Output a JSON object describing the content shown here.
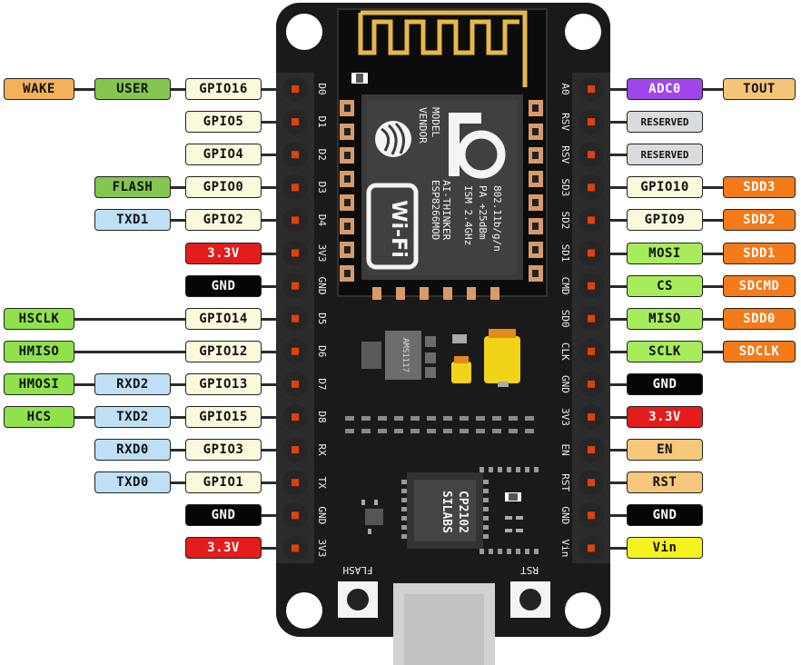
{
  "colors": {
    "board": "#1a1a1a",
    "header": "#2c2c2c",
    "pin": "#e0410b",
    "gpio": "#fbf8dc",
    "user": "#84c650",
    "wake": "#f3b25a",
    "uart": "#bfe0f5",
    "power": "#e41c1c",
    "gnd": "#050505",
    "hspi": "#8fe24b",
    "adc": "#a145ec",
    "tout": "#f6c577",
    "reserved": "#d9dcdf",
    "sdio": "#f57a1a",
    "spi": "#a7ec5b",
    "en": "#f5c87a",
    "vin": "#f4f320"
  },
  "board": {
    "left_silk": [
      "D0",
      "D1",
      "D2",
      "D3",
      "D4",
      "3V3",
      "GND",
      "D5",
      "D6",
      "D7",
      "D8",
      "RX",
      "TX",
      "GND",
      "3V3"
    ],
    "right_silk": [
      "A0",
      "RSV",
      "RSV",
      "SD3",
      "SD2",
      "SD1",
      "CMD",
      "SD0",
      "CLK",
      "GND",
      "3V3",
      "EN",
      "RST",
      "GND",
      "Vin"
    ],
    "module_model": [
      "VENDOR",
      "MODEL",
      "ESP8266MOD"
    ],
    "module_text": [
      "802.11b/g/n",
      "Wi-Fi",
      "ISM 2.4GHz",
      "PA +25dBm",
      "AI-THINKER"
    ],
    "regulator_text": "AMS1117",
    "usb_chip_text": [
      "CP2102",
      "SILABS"
    ],
    "flash_button_label": "FLASH",
    "rst_button_label": "RST"
  },
  "left_rows": [
    {
      "gpio": "GPIO16",
      "f1": "USER",
      "f1c": "user",
      "f2": "WAKE",
      "f2c": "wake"
    },
    {
      "gpio": "GPIO5"
    },
    {
      "gpio": "GPIO4"
    },
    {
      "gpio": "GPIO0",
      "f1": "FLASH",
      "f1c": "user"
    },
    {
      "gpio": "GPIO2",
      "f1": "TXD1",
      "f1c": "uart"
    },
    {
      "gpio": "3.3V",
      "gc": "power"
    },
    {
      "gpio": "GND",
      "gc": "gnd"
    },
    {
      "gpio": "GPIO14",
      "f2": "HSCLK",
      "f2c": "hspi"
    },
    {
      "gpio": "GPIO12",
      "f2": "HMISO",
      "f2c": "hspi"
    },
    {
      "gpio": "GPIO13",
      "f1": "RXD2",
      "f1c": "uart",
      "f2": "HMOSI",
      "f2c": "hspi"
    },
    {
      "gpio": "GPIO15",
      "f1": "TXD2",
      "f1c": "uart",
      "f2": "HCS",
      "f2c": "hspi"
    },
    {
      "gpio": "GPIO3",
      "f1": "RXD0",
      "f1c": "uart"
    },
    {
      "gpio": "GPIO1",
      "f1": "TXD0",
      "f1c": "uart"
    },
    {
      "gpio": "GND",
      "gc": "gnd"
    },
    {
      "gpio": "3.3V",
      "gc": "power"
    }
  ],
  "right_rows": [
    {
      "f1": "ADC0",
      "f1c": "adc",
      "f2": "TOUT",
      "f2c": "tout"
    },
    {
      "f1": "RESERVED",
      "f1c": "reserved"
    },
    {
      "f1": "RESERVED",
      "f1c": "reserved"
    },
    {
      "f1": "GPIO10",
      "f1c": "gpio",
      "f2": "SDD3",
      "f2c": "sdio"
    },
    {
      "f1": "GPIO9",
      "f1c": "gpio",
      "f2": "SDD2",
      "f2c": "sdio"
    },
    {
      "f1": "MOSI",
      "f1c": "spi",
      "f2": "SDD1",
      "f2c": "sdio"
    },
    {
      "f1": "CS",
      "f1c": "spi",
      "f2": "SDCMD",
      "f2c": "sdio"
    },
    {
      "f1": "MISO",
      "f1c": "spi",
      "f2": "SDD0",
      "f2c": "sdio"
    },
    {
      "f1": "SCLK",
      "f1c": "spi",
      "f2": "SDCLK",
      "f2c": "sdio"
    },
    {
      "f1": "GND",
      "f1c": "gnd"
    },
    {
      "f1": "3.3V",
      "f1c": "power"
    },
    {
      "f1": "EN",
      "f1c": "en"
    },
    {
      "f1": "RST",
      "f1c": "en"
    },
    {
      "f1": "GND",
      "f1c": "gnd"
    },
    {
      "f1": "Vin",
      "f1c": "vin"
    }
  ]
}
